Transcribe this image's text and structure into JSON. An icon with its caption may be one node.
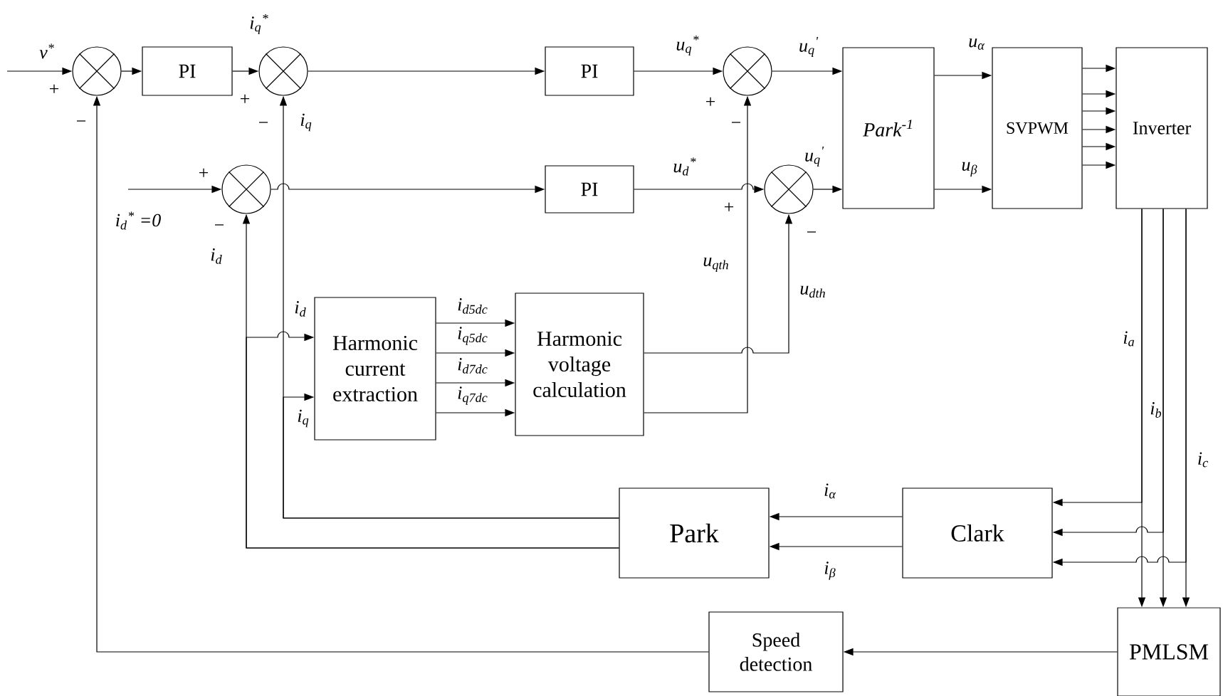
{
  "diagram": {
    "nodes": [
      {
        "text": [],
        "shape": "circle"
      },
      {
        "text": [
          "PI"
        ]
      },
      {
        "text": [],
        "shape": "circle"
      },
      {
        "text": [
          "PI"
        ]
      },
      {
        "text": [],
        "shape": "circle"
      },
      {
        "text": [],
        "shape": "circle"
      },
      {
        "text": [
          "PI"
        ]
      },
      {
        "text": [],
        "shape": "circle"
      },
      {
        "text": [
          "Park$^{-1}$"
        ]
      },
      {
        "text": [
          "SVPWM"
        ]
      },
      {
        "text": [
          "Inverter"
        ]
      },
      {
        "text": [
          "Harmonic current extraction"
        ]
      },
      {
        "text": [
          "Harmonic voltage calculation"
        ]
      },
      {
        "text": [
          "Clark"
        ]
      },
      {
        "text": [
          "Park"
        ]
      },
      {
        "text": [
          "Speed detection"
        ]
      },
      {
        "text": [
          "PMLSM"
        ]
      }
    ],
    "edges": [
      {
        "from": null,
        "to": 0,
        "arrow": "to",
        "label": "v$^{*}$"
      },
      {
        "from": 0,
        "to": 1,
        "arrow": "to"
      },
      {
        "from": 1,
        "to": 2,
        "arrow": "to",
        "label": "i$_{q}$$^{*}$"
      },
      {
        "from": 2,
        "to": 3,
        "arrow": "to"
      },
      {
        "from": 3,
        "to": 4,
        "arrow": "to",
        "label": "u$_{q}$$^{*}$"
      },
      {
        "from": null,
        "to": 5,
        "arrow": "to",
        "label": "i$_{d}$$^{*}$ =0"
      },
      {
        "from": 5,
        "to": 6,
        "arrow": "to"
      },
      {
        "from": 6,
        "to": 7,
        "arrow": "to",
        "label": "u$_{d}$$^{*}$"
      },
      {
        "from": 4,
        "to": 8,
        "arrow": "to",
        "label": "u$_{q}$$^{'}$"
      },
      {
        "from": 7,
        "to": 8,
        "arrow": "to",
        "label": "u$_{q}$$^{'}$"
      },
      {
        "from": 8,
        "to": 9,
        "arrow": "to",
        "label": "u$_{α}$"
      },
      {
        "from": 8,
        "to": 9,
        "arrow": "to",
        "label": "u$_{β}$"
      },
      {
        "from": 9,
        "to": 10,
        "arrow": "to"
      },
      {
        "from": 9,
        "to": 10,
        "arrow": "to"
      },
      {
        "from": 9,
        "to": 10,
        "arrow": "to"
      },
      {
        "from": 9,
        "to": 10,
        "arrow": "to"
      },
      {
        "from": 9,
        "to": 10,
        "arrow": "to"
      },
      {
        "from": 9,
        "to": 10,
        "arrow": "to"
      },
      {
        "from": 10,
        "to": 13,
        "arrow": "to"
      },
      {
        "from": 10,
        "to": 16,
        "arrow": "to",
        "label": "i$_{a}$"
      },
      {
        "from": 10,
        "to": 13,
        "arrow": "to"
      },
      {
        "from": 10,
        "to": 16,
        "arrow": "to",
        "label": "i$_{b}$"
      },
      {
        "from": 10,
        "to": 13,
        "arrow": "to"
      },
      {
        "from": 10,
        "to": 16,
        "arrow": "to",
        "label": "i$_{c}$"
      },
      {
        "from": 13,
        "to": 14,
        "arrow": "to",
        "label": "i$_{α}$"
      },
      {
        "from": 13,
        "to": 14,
        "arrow": "to",
        "label": "i$_{β}$"
      },
      {
        "from": 14,
        "to": 2,
        "arrow": "to",
        "label": "i$_{q}$"
      },
      {
        "from": 14,
        "to": 5,
        "arrow": "to",
        "label": "i$_{d}$"
      },
      {
        "from": 14,
        "to": 11,
        "arrow": "to",
        "label": "i$_{d}$"
      },
      {
        "from": 14,
        "to": 11,
        "arrow": "to",
        "label": "i$_{q}$"
      },
      {
        "from": 11,
        "to": 12,
        "arrow": "to",
        "label": "i$_{d5dc}$"
      },
      {
        "from": 11,
        "to": 12,
        "arrow": "to",
        "label": "i$_{q5dc}$"
      },
      {
        "from": 11,
        "to": 12,
        "arrow": "to",
        "label": "i$_{d7dc}$"
      },
      {
        "from": 11,
        "to": 12,
        "arrow": "to",
        "label": "i$_{q7dc}$"
      },
      {
        "from": 12,
        "to": 4,
        "arrow": "to",
        "label": "u$_{qth}$"
      },
      {
        "from": 12,
        "to": 7,
        "arrow": "to",
        "label": "u$_{dth}$"
      },
      {
        "from": 16,
        "to": 15,
        "arrow": "to"
      },
      {
        "from": 15,
        "to": 0,
        "arrow": "to"
      }
    ],
    "labels": [
      "+",
      "−",
      "+",
      "−",
      "+",
      "−",
      "+",
      "−",
      "+",
      "−"
    ]
  }
}
